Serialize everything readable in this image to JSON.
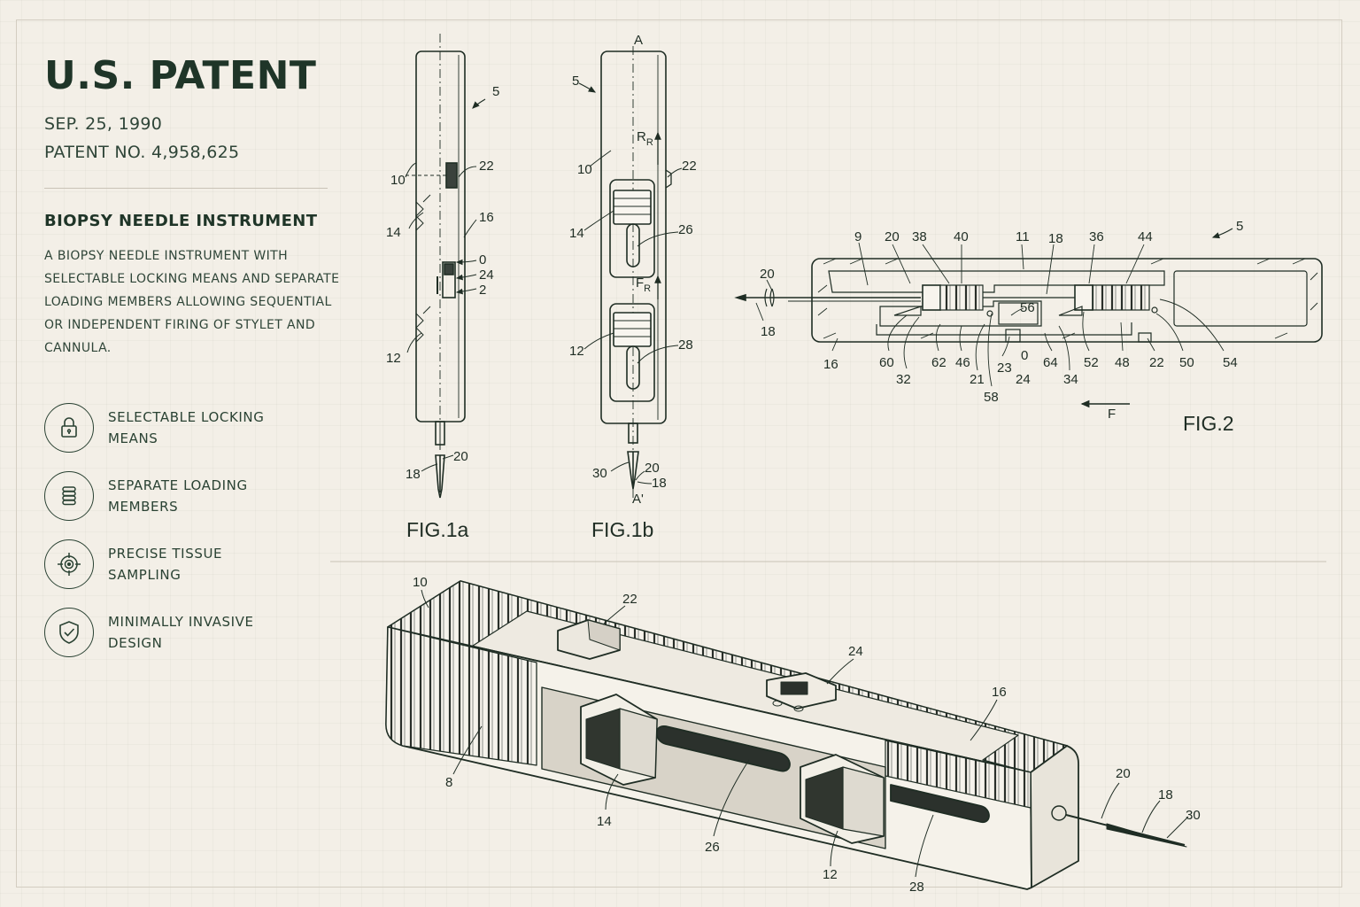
{
  "header": {
    "title": "U.S. PATENT",
    "date": "SEP. 25, 1990",
    "patent_no": "PATENT NO. 4,958,625"
  },
  "summary": {
    "heading": "BIOPSY NEEDLE INSTRUMENT",
    "description": "A BIOPSY NEEDLE INSTRUMENT WITH SELECTABLE LOCKING MEANS AND SEPARATE LOADING MEMBERS ALLOWING SEQUENTIAL OR INDEPENDENT FIRING OF STYLET AND CANNULA."
  },
  "features": [
    {
      "icon": "lock-icon",
      "label": "SELECTABLE LOCKING MEANS"
    },
    {
      "icon": "spring-coil-icon",
      "label": "SEPARATE LOADING MEMBERS"
    },
    {
      "icon": "crosshair-icon",
      "label": "PRECISE TISSUE SAMPLING"
    },
    {
      "icon": "shield-check-icon",
      "label": "MINIMALLY INVASIVE DESIGN"
    }
  ],
  "figures": {
    "fig1a": {
      "caption": "FIG.1a",
      "labels": {
        "ref5": "5",
        "ref10": "10",
        "ref22": "22",
        "ref14": "14",
        "ref16": "16",
        "ref0": "0",
        "ref24": "24",
        "ref2": "2",
        "ref12": "12",
        "ref20": "20",
        "ref18": "18"
      }
    },
    "fig1b": {
      "caption": "FIG.1b",
      "labels": {
        "refA": "A",
        "refA2": "A'",
        "ref5": "5",
        "ref10": "10",
        "ref22": "22",
        "ref14": "14",
        "ref26": "26",
        "ref12": "12",
        "ref28": "28",
        "ref30": "30",
        "ref20": "20",
        "ref18": "18",
        "rr_main": "R",
        "rr_sub": "R",
        "fr_main": "F",
        "fr_sub": "R"
      }
    },
    "fig2": {
      "caption": "FIG.2",
      "labels": {
        "ref5": "5",
        "ref9": "9",
        "ref20": "20",
        "ref38": "38",
        "ref40": "40",
        "ref11": "11",
        "ref18": "18",
        "ref36": "36",
        "ref44": "44",
        "ref20b": "20",
        "ref18b": "18",
        "ref56": "56",
        "ref16": "16",
        "ref60": "60",
        "ref62": "62",
        "ref46": "46",
        "ref23": "23",
        "ref0": "0",
        "ref64": "64",
        "ref52": "52",
        "ref48": "48",
        "ref22": "22",
        "ref50": "50",
        "ref54": "54",
        "ref32": "32",
        "ref21": "21",
        "ref24": "24",
        "ref34": "34",
        "ref58": "58",
        "refF": "F"
      }
    },
    "fig3": {
      "labels": {
        "ref10": "10",
        "ref22": "22",
        "ref24": "24",
        "ref16": "16",
        "ref8": "8",
        "ref14": "14",
        "ref26": "26",
        "ref12": "12",
        "ref28": "28",
        "ref20": "20",
        "ref18": "18",
        "ref30": "30"
      }
    }
  }
}
